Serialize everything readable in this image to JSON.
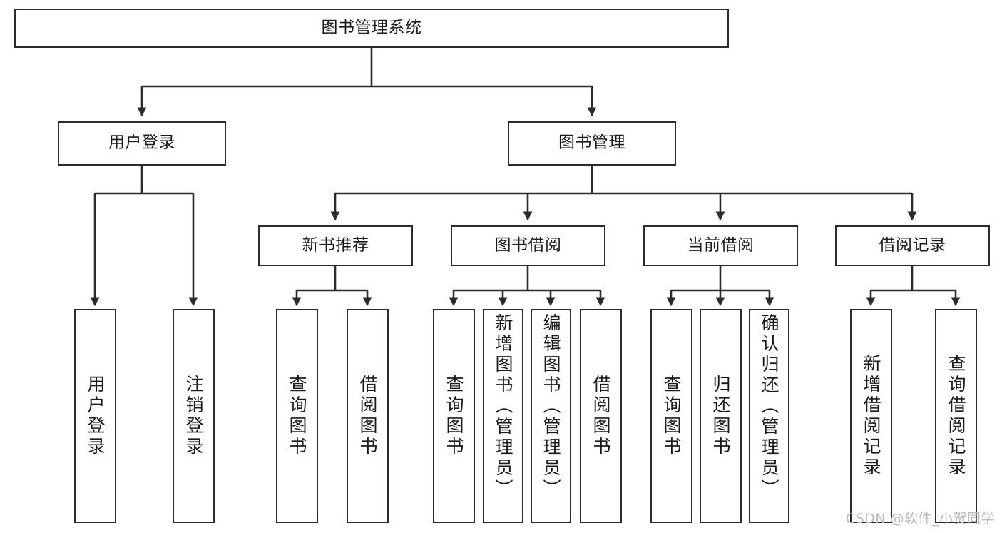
{
  "diagram": {
    "title": "图书管理系统",
    "type": "tree-diagram",
    "watermark": "CSDN @软件_小贺同学",
    "colors": {
      "box_border": "#2b2b2b",
      "background": "#ffffff",
      "edge": "#2b2b2b",
      "text": "#1a1a1a",
      "watermark": "#b9b9b9"
    },
    "nodes": {
      "root": {
        "label": "图书管理系统"
      },
      "level2": [
        {
          "label": "用户登录"
        },
        {
          "label": "图书管理"
        }
      ],
      "level3": [
        {
          "label": "新书推荐"
        },
        {
          "label": "图书借阅"
        },
        {
          "label": "当前借阅"
        },
        {
          "label": "借阅记录"
        }
      ],
      "leaves_user_login": [
        {
          "label": "用户登录"
        },
        {
          "label": "注销登录"
        }
      ],
      "leaves_new_book": [
        {
          "label": "查询图书"
        },
        {
          "label": "借阅图书"
        }
      ],
      "leaves_borrow": [
        {
          "label": "查询图书"
        },
        {
          "label": "新增图书（管理员）"
        },
        {
          "label": "编辑图书（管理员）"
        },
        {
          "label": "借阅图书"
        }
      ],
      "leaves_current": [
        {
          "label": "查询图书"
        },
        {
          "label": "归还图书"
        },
        {
          "label": "确认归还（管理员）"
        }
      ],
      "leaves_records": [
        {
          "label": "新增借阅记录"
        },
        {
          "label": "查询借阅记录"
        }
      ]
    }
  }
}
